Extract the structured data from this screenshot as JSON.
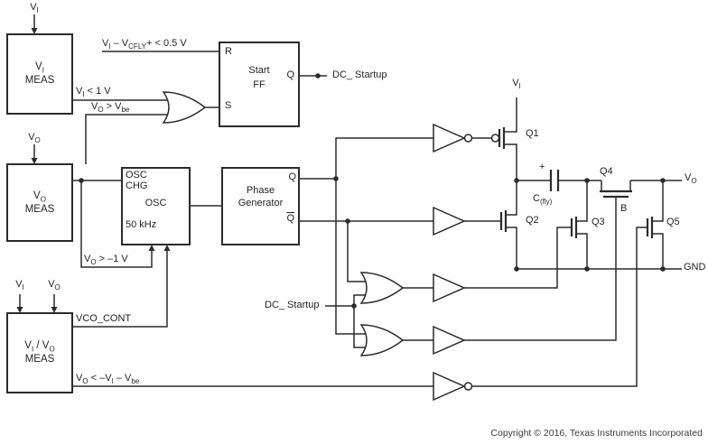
{
  "colors": {
    "line": "#2b2b2b",
    "text": "#231f20",
    "muted": "#3c3c3c"
  },
  "inputs": {
    "vi_top": "V~I~",
    "vo_mid": "V~O~",
    "vi_bot": "V~I~",
    "vo_bot": "V~O~"
  },
  "blocks": {
    "vi_meas": {
      "line1": "V~I~",
      "line2": "MEAS"
    },
    "vo_meas": {
      "line1": "V~O~",
      "line2": "MEAS"
    },
    "vivo_meas": {
      "line1": "V~I~ / V~O~",
      "line2": "MEAS"
    },
    "start_ff": {
      "r": "R",
      "s": "S",
      "q": "Q",
      "title1": "Start",
      "title2": "FF"
    },
    "osc": {
      "corner1": "OSC",
      "corner2": "CHG",
      "title": "OSC",
      "freq": "50 kHz"
    },
    "phase_gen": {
      "title1": "Phase",
      "title2": "Generator",
      "q": "Q",
      "q_bar": "Q"
    }
  },
  "signals": {
    "ff_reset": "V~I~ – V~CFLY~+ < 0.5 V",
    "vi_lt_1v": "V~I~ < 1 V",
    "vo_gt_vbe": "V~O~ > V~be~",
    "dc_startup_top": "DC_ Startup",
    "dc_startup_bottom": "DC_ Startup",
    "vo_gt_neg1": "V~O~ > –1 V",
    "vco_cont": "VCO_CONT",
    "vo_lt_thresh": "V~O~ < –V~I~ – V~be~"
  },
  "power_stage": {
    "vi": "V~I~",
    "q1": "Q1",
    "q2": "Q2",
    "q3": "Q3",
    "q4": "Q4",
    "q5": "Q5",
    "cap_plus": "+",
    "cap_label": "C~(fly)~",
    "node_b": "B",
    "vo": "V~O~",
    "gnd": "GND"
  },
  "footer": {
    "copyright": "Copyright © 2016, Texas Instruments Incorporated"
  }
}
